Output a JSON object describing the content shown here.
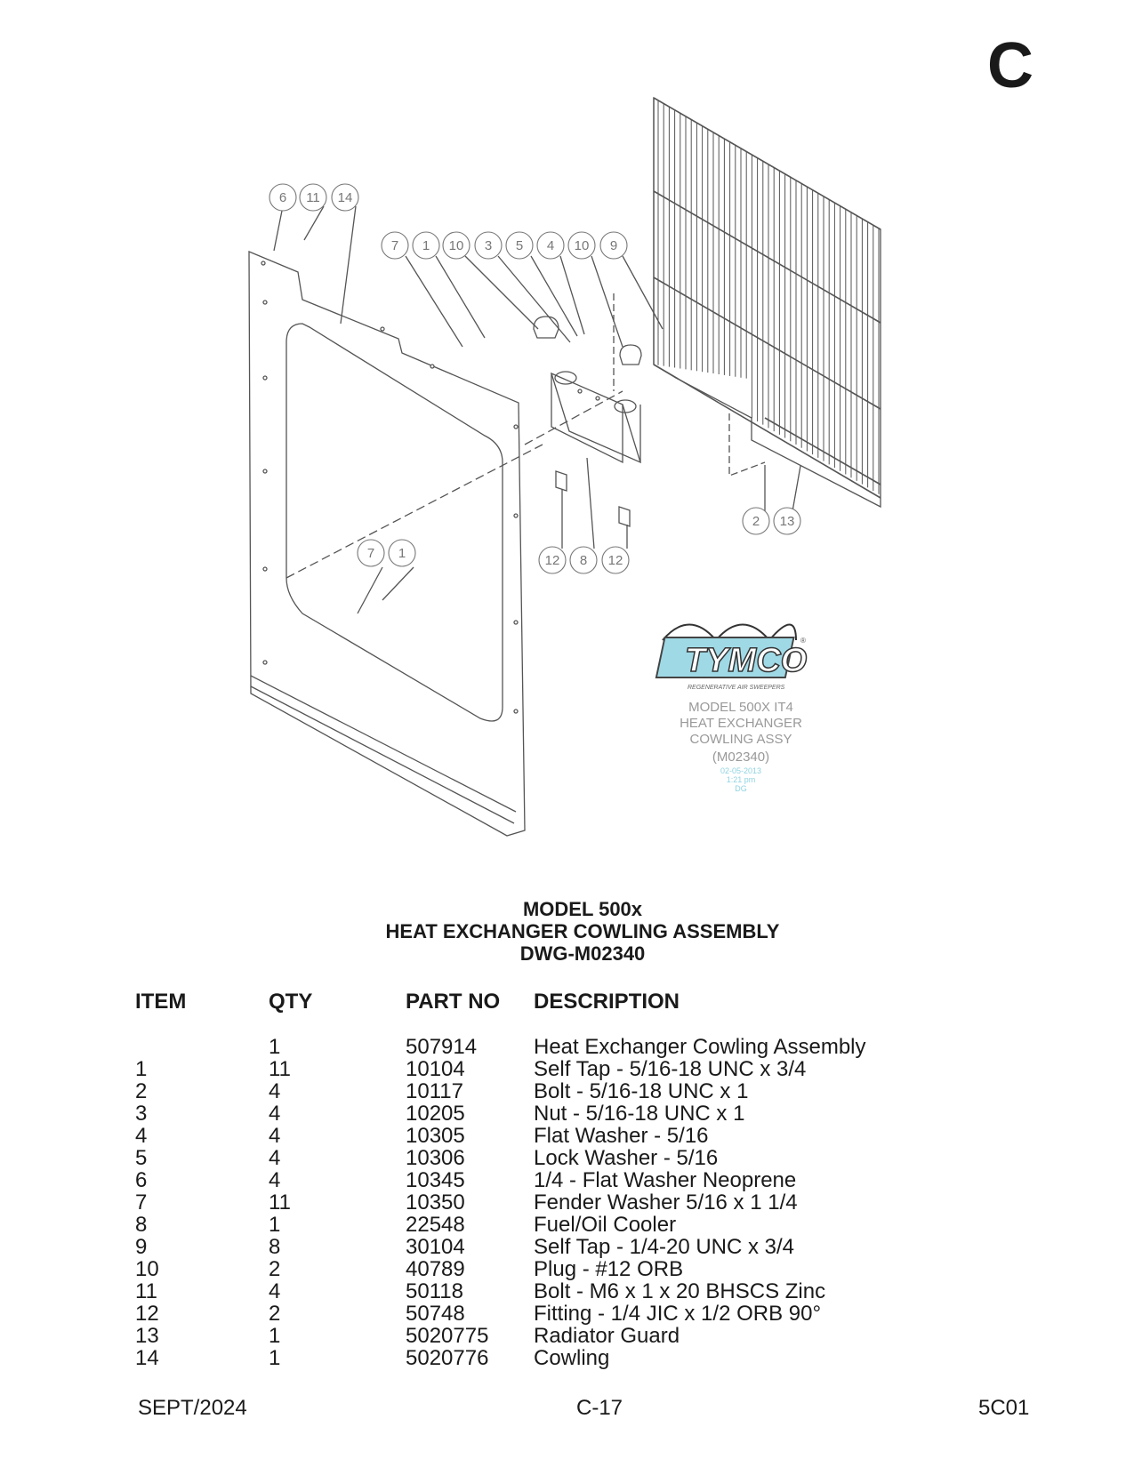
{
  "section_letter": "C",
  "drawing": {
    "balloons": [
      "6",
      "11",
      "14",
      "7",
      "1",
      "10",
      "3",
      "5",
      "4",
      "10",
      "9",
      "2",
      "13",
      "12",
      "8",
      "12",
      "7",
      "1"
    ],
    "logo": {
      "brand": "TYMCO",
      "tagline": "REGENERATIVE AIR SWEEPERS",
      "registered": "®",
      "lines": [
        "MODEL 500X IT4",
        "HEAT EXCHANGER",
        "COWLING ASSY",
        "(M02340)"
      ],
      "stamp": [
        "02-05-2013",
        "1:21 pm",
        "DG"
      ]
    }
  },
  "title": {
    "line1": "MODEL 500x",
    "line2": "HEAT EXCHANGER COWLING ASSEMBLY",
    "line3": "DWG-M02340"
  },
  "table": {
    "headers": {
      "item": "ITEM",
      "qty": "QTY",
      "part_no": "PART NO",
      "description": "DESCRIPTION"
    },
    "rows": [
      {
        "item": "",
        "qty": "1",
        "part_no": "507914",
        "description": "Heat Exchanger Cowling Assembly"
      },
      {
        "item": "1",
        "qty": "11",
        "part_no": "10104",
        "description": "Self Tap - 5/16-18 UNC x 3/4"
      },
      {
        "item": "2",
        "qty": "4",
        "part_no": "10117",
        "description": "Bolt - 5/16-18 UNC x 1"
      },
      {
        "item": "3",
        "qty": "4",
        "part_no": "10205",
        "description": "Nut - 5/16-18 UNC x 1"
      },
      {
        "item": "4",
        "qty": "4",
        "part_no": "10305",
        "description": "Flat Washer - 5/16"
      },
      {
        "item": "5",
        "qty": "4",
        "part_no": "10306",
        "description": "Lock Washer - 5/16"
      },
      {
        "item": "6",
        "qty": "4",
        "part_no": "10345",
        "description": "1/4 - Flat Washer Neoprene"
      },
      {
        "item": "7",
        "qty": "11",
        "part_no": "10350",
        "description": "Fender Washer 5/16 x 1 1/4"
      },
      {
        "item": "8",
        "qty": "1",
        "part_no": "22548",
        "description": "Fuel/Oil Cooler"
      },
      {
        "item": "9",
        "qty": "8",
        "part_no": "30104",
        "description": "Self Tap - 1/4-20 UNC x 3/4"
      },
      {
        "item": "10",
        "qty": "2",
        "part_no": "40789",
        "description": "Plug - #12 ORB"
      },
      {
        "item": "11",
        "qty": "4",
        "part_no": "50118",
        "description": "Bolt - M6 x 1 x 20 BHSCS Zinc"
      },
      {
        "item": "12",
        "qty": "2",
        "part_no": "50748",
        "description": "Fitting - 1/4 JIC x 1/2 ORB 90°"
      },
      {
        "item": "13",
        "qty": "1",
        "part_no": "5020775",
        "description": "Radiator Guard"
      },
      {
        "item": "14",
        "qty": "1",
        "part_no": "5020776",
        "description": "Cowling"
      }
    ]
  },
  "footer": {
    "date": "SEPT/2024",
    "page": "C-17",
    "code": "5C01"
  }
}
